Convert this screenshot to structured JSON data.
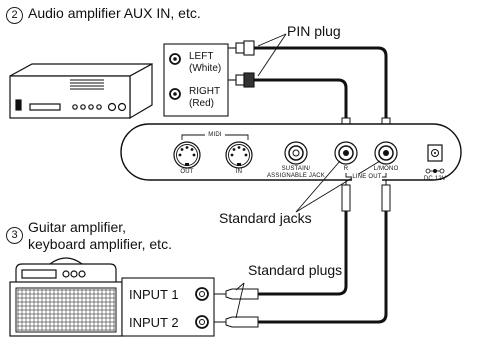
{
  "sections": {
    "audio": {
      "number": "2",
      "title": "Audio amplifier AUX IN, etc."
    },
    "guitar": {
      "number": "3",
      "line1": "Guitar amplifier,",
      "line2": "keyboard amplifier, etc."
    }
  },
  "callouts": {
    "pin_plug": "PIN plug",
    "standard_jacks": "Standard jacks",
    "standard_plugs": "Standard plugs"
  },
  "audio_inputs": {
    "left": {
      "line1": "LEFT",
      "line2": "(White)"
    },
    "right": {
      "line1": "RIGHT",
      "line2": "(Red)"
    }
  },
  "instrument_panel": {
    "midi": "MIDI",
    "midi_out": "OUT",
    "midi_in": "IN",
    "sustain_line1": "SUSTAIN/",
    "sustain_line2": "ASSIGNABLE JACK",
    "jack_r": "R",
    "jack_lmono": "L/MONO",
    "line_out": "LINE OUT",
    "dc": "DC 12V"
  },
  "amp_inputs": {
    "input1": "INPUT 1",
    "input2": "INPUT 2"
  },
  "colors": {
    "line": "#111111",
    "fill": "#ffffff"
  }
}
